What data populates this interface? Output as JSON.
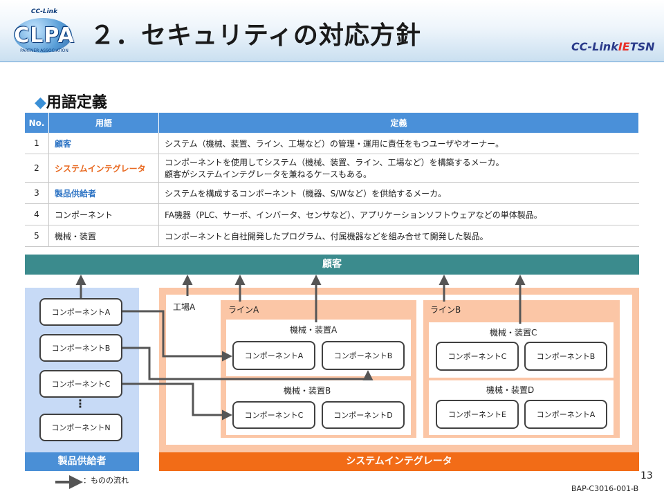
{
  "header": {
    "logo_top": "CC-Link",
    "logo": "CLPA",
    "logo_sub": "PARTNER ASSOCIATION",
    "title": "２．セキュリティの対応方針",
    "brand_left": "CC-Link",
    "brand_ie": "IE",
    "brand_right": "TSN"
  },
  "section": {
    "marker": "◆",
    "title": "用語定義"
  },
  "table": {
    "headers": [
      "No.",
      "用語",
      "定義"
    ],
    "rows": [
      {
        "no": "1",
        "term": "顧客",
        "def1": "システム（機械、装置、ライン、工場など）の管理・運用に責任をもつユーザやオーナー。",
        "def2": ""
      },
      {
        "no": "2",
        "term": "システムインテグレータ",
        "def1": "コンポーネントを使用してシステム（機械、装置、ライン、工場など）を構築するメーカ。",
        "def2": "顧客がシステムインテグレータを兼ねるケースもある。"
      },
      {
        "no": "3",
        "term": "製品供給者",
        "def1": "システムを構成するコンポーネント（機器、S/Wなど）を供給するメーカ。",
        "def2": ""
      },
      {
        "no": "4",
        "term": "コンポーネント",
        "def1": "FA機器（PLC、サーボ、インバータ、センサなど）、アプリケーションソフトウェアなどの単体製品。",
        "def2": ""
      },
      {
        "no": "5",
        "term": "機械・装置",
        "def1": "コンポーネントと自社開発したプログラム、付属機器などを組み合せて開発した製品。",
        "def2": ""
      }
    ]
  },
  "diagram": {
    "customer": "顧客",
    "supplier": "製品供給者",
    "integrator": "システムインテグレータ",
    "supplier_components": [
      "コンポーネントA",
      "コンポーネントB",
      "コンポーネントC",
      "コンポーネントN"
    ],
    "ellipsis": "⋮",
    "factory": "工場A",
    "lineA": {
      "label": "ラインA",
      "machine1": {
        "label": "機械・装置A",
        "comps": [
          "コンポーネントA",
          "コンポーネントB"
        ]
      },
      "machine2": {
        "label": "機械・装置B",
        "comps": [
          "コンポーネントC",
          "コンポーネントD"
        ]
      }
    },
    "lineB": {
      "label": "ラインB",
      "machine1": {
        "label": "機械・装置C",
        "comps": [
          "コンポーネントC",
          "コンポーネントB"
        ]
      },
      "machine2": {
        "label": "機械・装置D",
        "comps": [
          "コンポーネントE",
          "コンポーネントA"
        ]
      }
    }
  },
  "legend": {
    "text": "：ものの流れ"
  },
  "footer": {
    "page": "13",
    "code": "BAP-C3016-001-B"
  },
  "colors": {
    "header_blue": "#4a90d9",
    "term_blue": "#2e74c4",
    "term_orange": "#e8681f",
    "customer_bar": "#3b8b8d",
    "supplier_bar": "#4a8fd6",
    "integrator_bar": "#f26c17",
    "integrator_panel": "#fbc6a6",
    "supplier_panel": "#c7daf6"
  }
}
